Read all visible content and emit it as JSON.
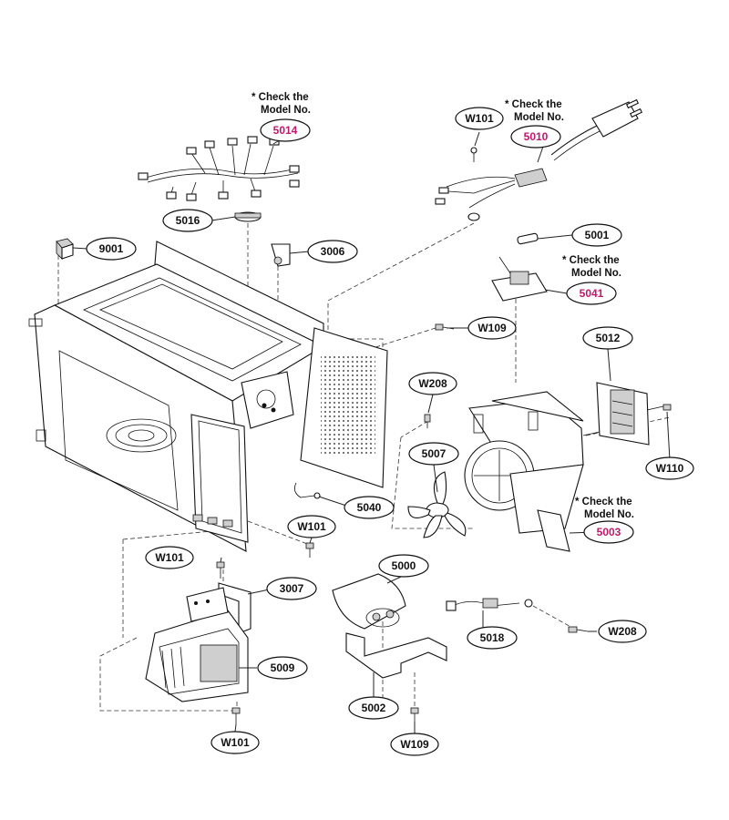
{
  "colors": {
    "highlight": "#c2186b",
    "ink": "#111111"
  },
  "notes": {
    "note1": {
      "line1": "* Check the",
      "line2": "Model No."
    },
    "note2": {
      "line1": "* Check the",
      "line2": "Model No."
    },
    "note3": {
      "line1": "* Check the",
      "line2": "Model No."
    },
    "note4": {
      "line1": "* Check the",
      "line2": "Model No."
    }
  },
  "labels": {
    "p5014": "5014",
    "p5010": "5010",
    "pW101_top": "W101",
    "p5016": "5016",
    "p9001": "9001",
    "p3006": "3006",
    "p5001": "5001",
    "p5041": "5041",
    "pW109_mid": "W109",
    "p5012": "5012",
    "pW208_mid": "W208",
    "p5007": "5007",
    "pW110": "W110",
    "p5040": "5040",
    "pW101_mid": "W101",
    "p5003": "5003",
    "pW101_left": "W101",
    "p3007": "3007",
    "p5000": "5000",
    "pW208_right": "W208",
    "p5018": "5018",
    "p5009": "5009",
    "p5002": "5002",
    "pW101_bot": "W101",
    "pW109_bot": "W109"
  }
}
